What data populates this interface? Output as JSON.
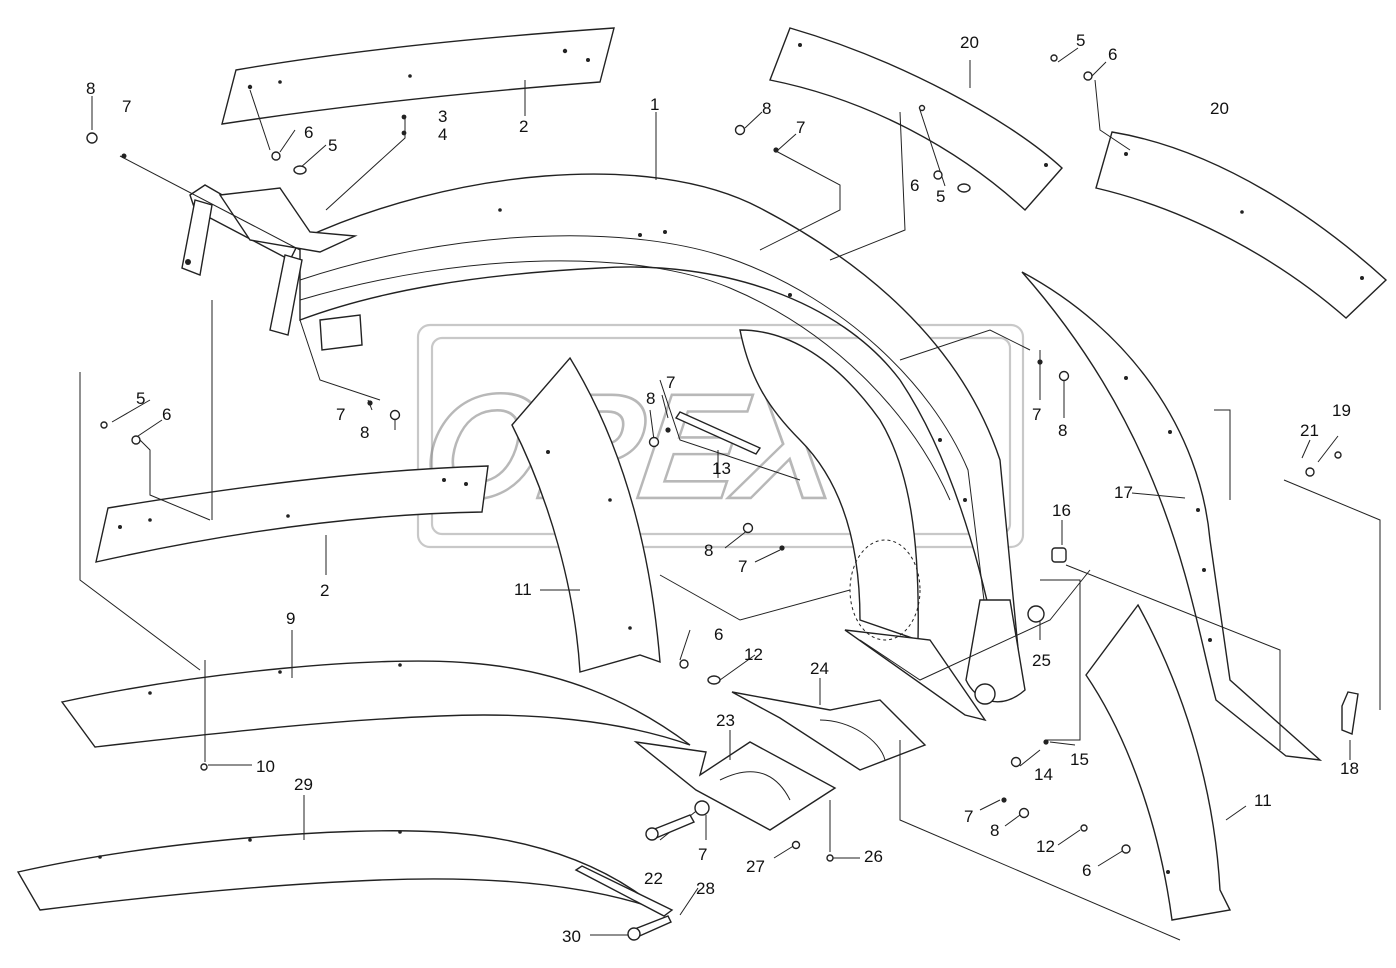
{
  "watermark": {
    "text": "OPEX"
  },
  "callouts": {
    "c1": "1",
    "c2a": "2",
    "c2b": "2",
    "c3": "3",
    "c4": "4",
    "c5a": "5",
    "c5b": "5",
    "c5c": "5",
    "c5d": "5",
    "c6a": "6",
    "c6b": "6",
    "c6c": "6",
    "c6d": "6",
    "c6e": "6",
    "c6f": "6",
    "c7a": "7",
    "c7b": "7",
    "c7c": "7",
    "c7d": "7",
    "c7e": "7",
    "c7f": "7",
    "c7g": "7",
    "c7h": "7",
    "c8a": "8",
    "c8b": "8",
    "c8c": "8",
    "c8d": "8",
    "c8e": "8",
    "c8f": "8",
    "c8g": "8",
    "c9": "9",
    "c10": "10",
    "c11a": "11",
    "c11b": "11",
    "c12a": "12",
    "c12b": "12",
    "c13": "13",
    "c14": "14",
    "c15": "15",
    "c16": "16",
    "c17": "17",
    "c18": "18",
    "c19": "19",
    "c20a": "20",
    "c20b": "20",
    "c21": "21",
    "c22": "22",
    "c23": "23",
    "c24": "24",
    "c25": "25",
    "c26": "26",
    "c27": "27",
    "c28": "28",
    "c29": "29",
    "c30": "30"
  }
}
